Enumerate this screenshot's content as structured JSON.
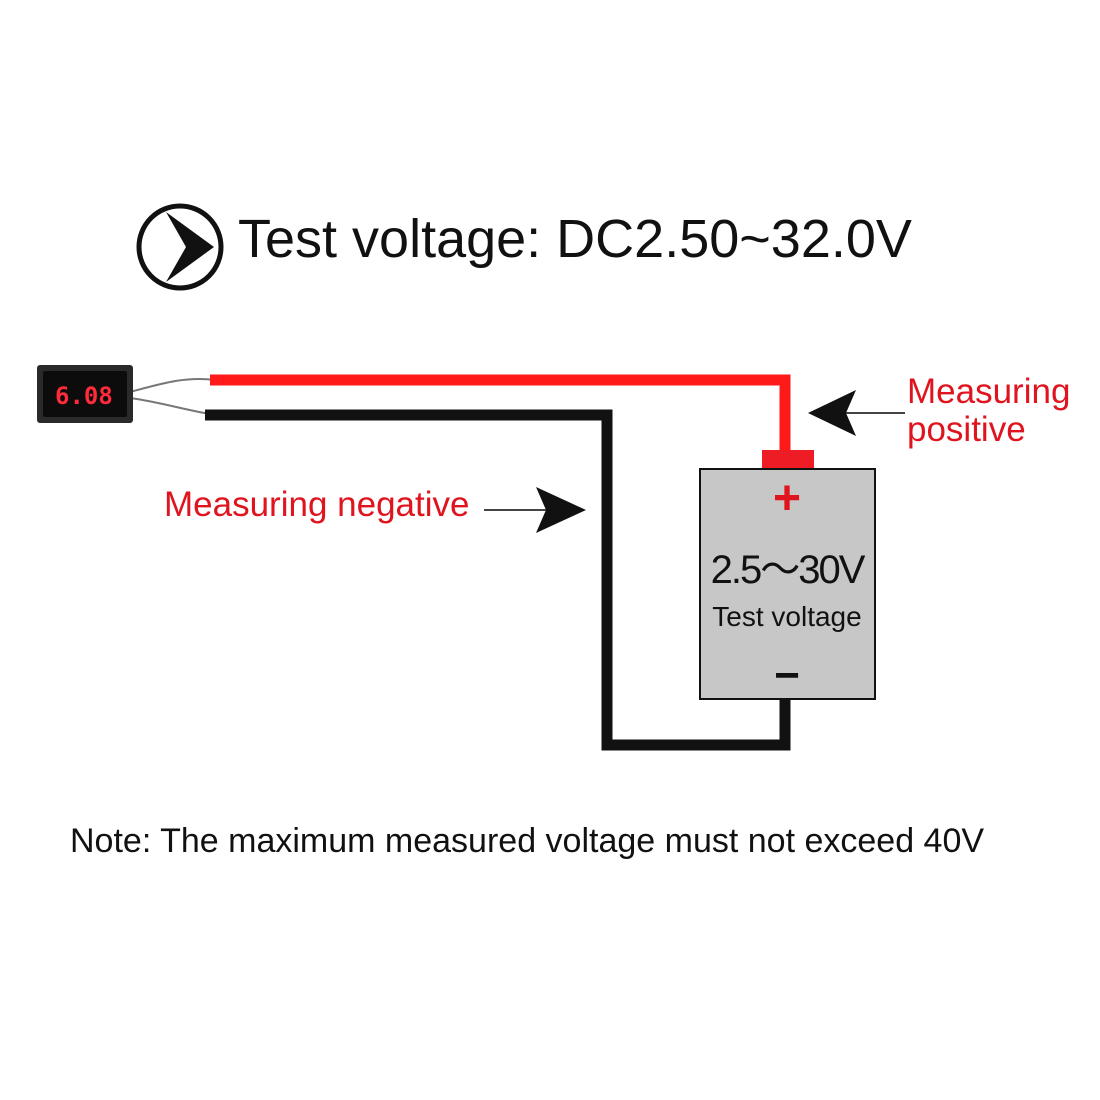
{
  "title": "Test voltage: DC2.50~32.0V",
  "display": {
    "reading": "6.08"
  },
  "labels": {
    "positive_line1": "Measuring",
    "positive_line2": "positive",
    "negative": "Measuring negative"
  },
  "battery": {
    "plus_symbol": "+",
    "range": "2.5～30V",
    "caption": "Test voltage",
    "minus_symbol": "−"
  },
  "note": "Note: The maximum measured voltage must not exceed 40V",
  "colors": {
    "positive_wire": "#ff1a1a",
    "negative_wire": "#111111",
    "label_red": "#e0141e",
    "battery_fill": "#c7c7c7",
    "display_bg": "#0c0c0c"
  },
  "icons": {
    "title_icon": "play-arrow-circle-icon",
    "pointer_icon": "arrow-pointer-icon"
  }
}
